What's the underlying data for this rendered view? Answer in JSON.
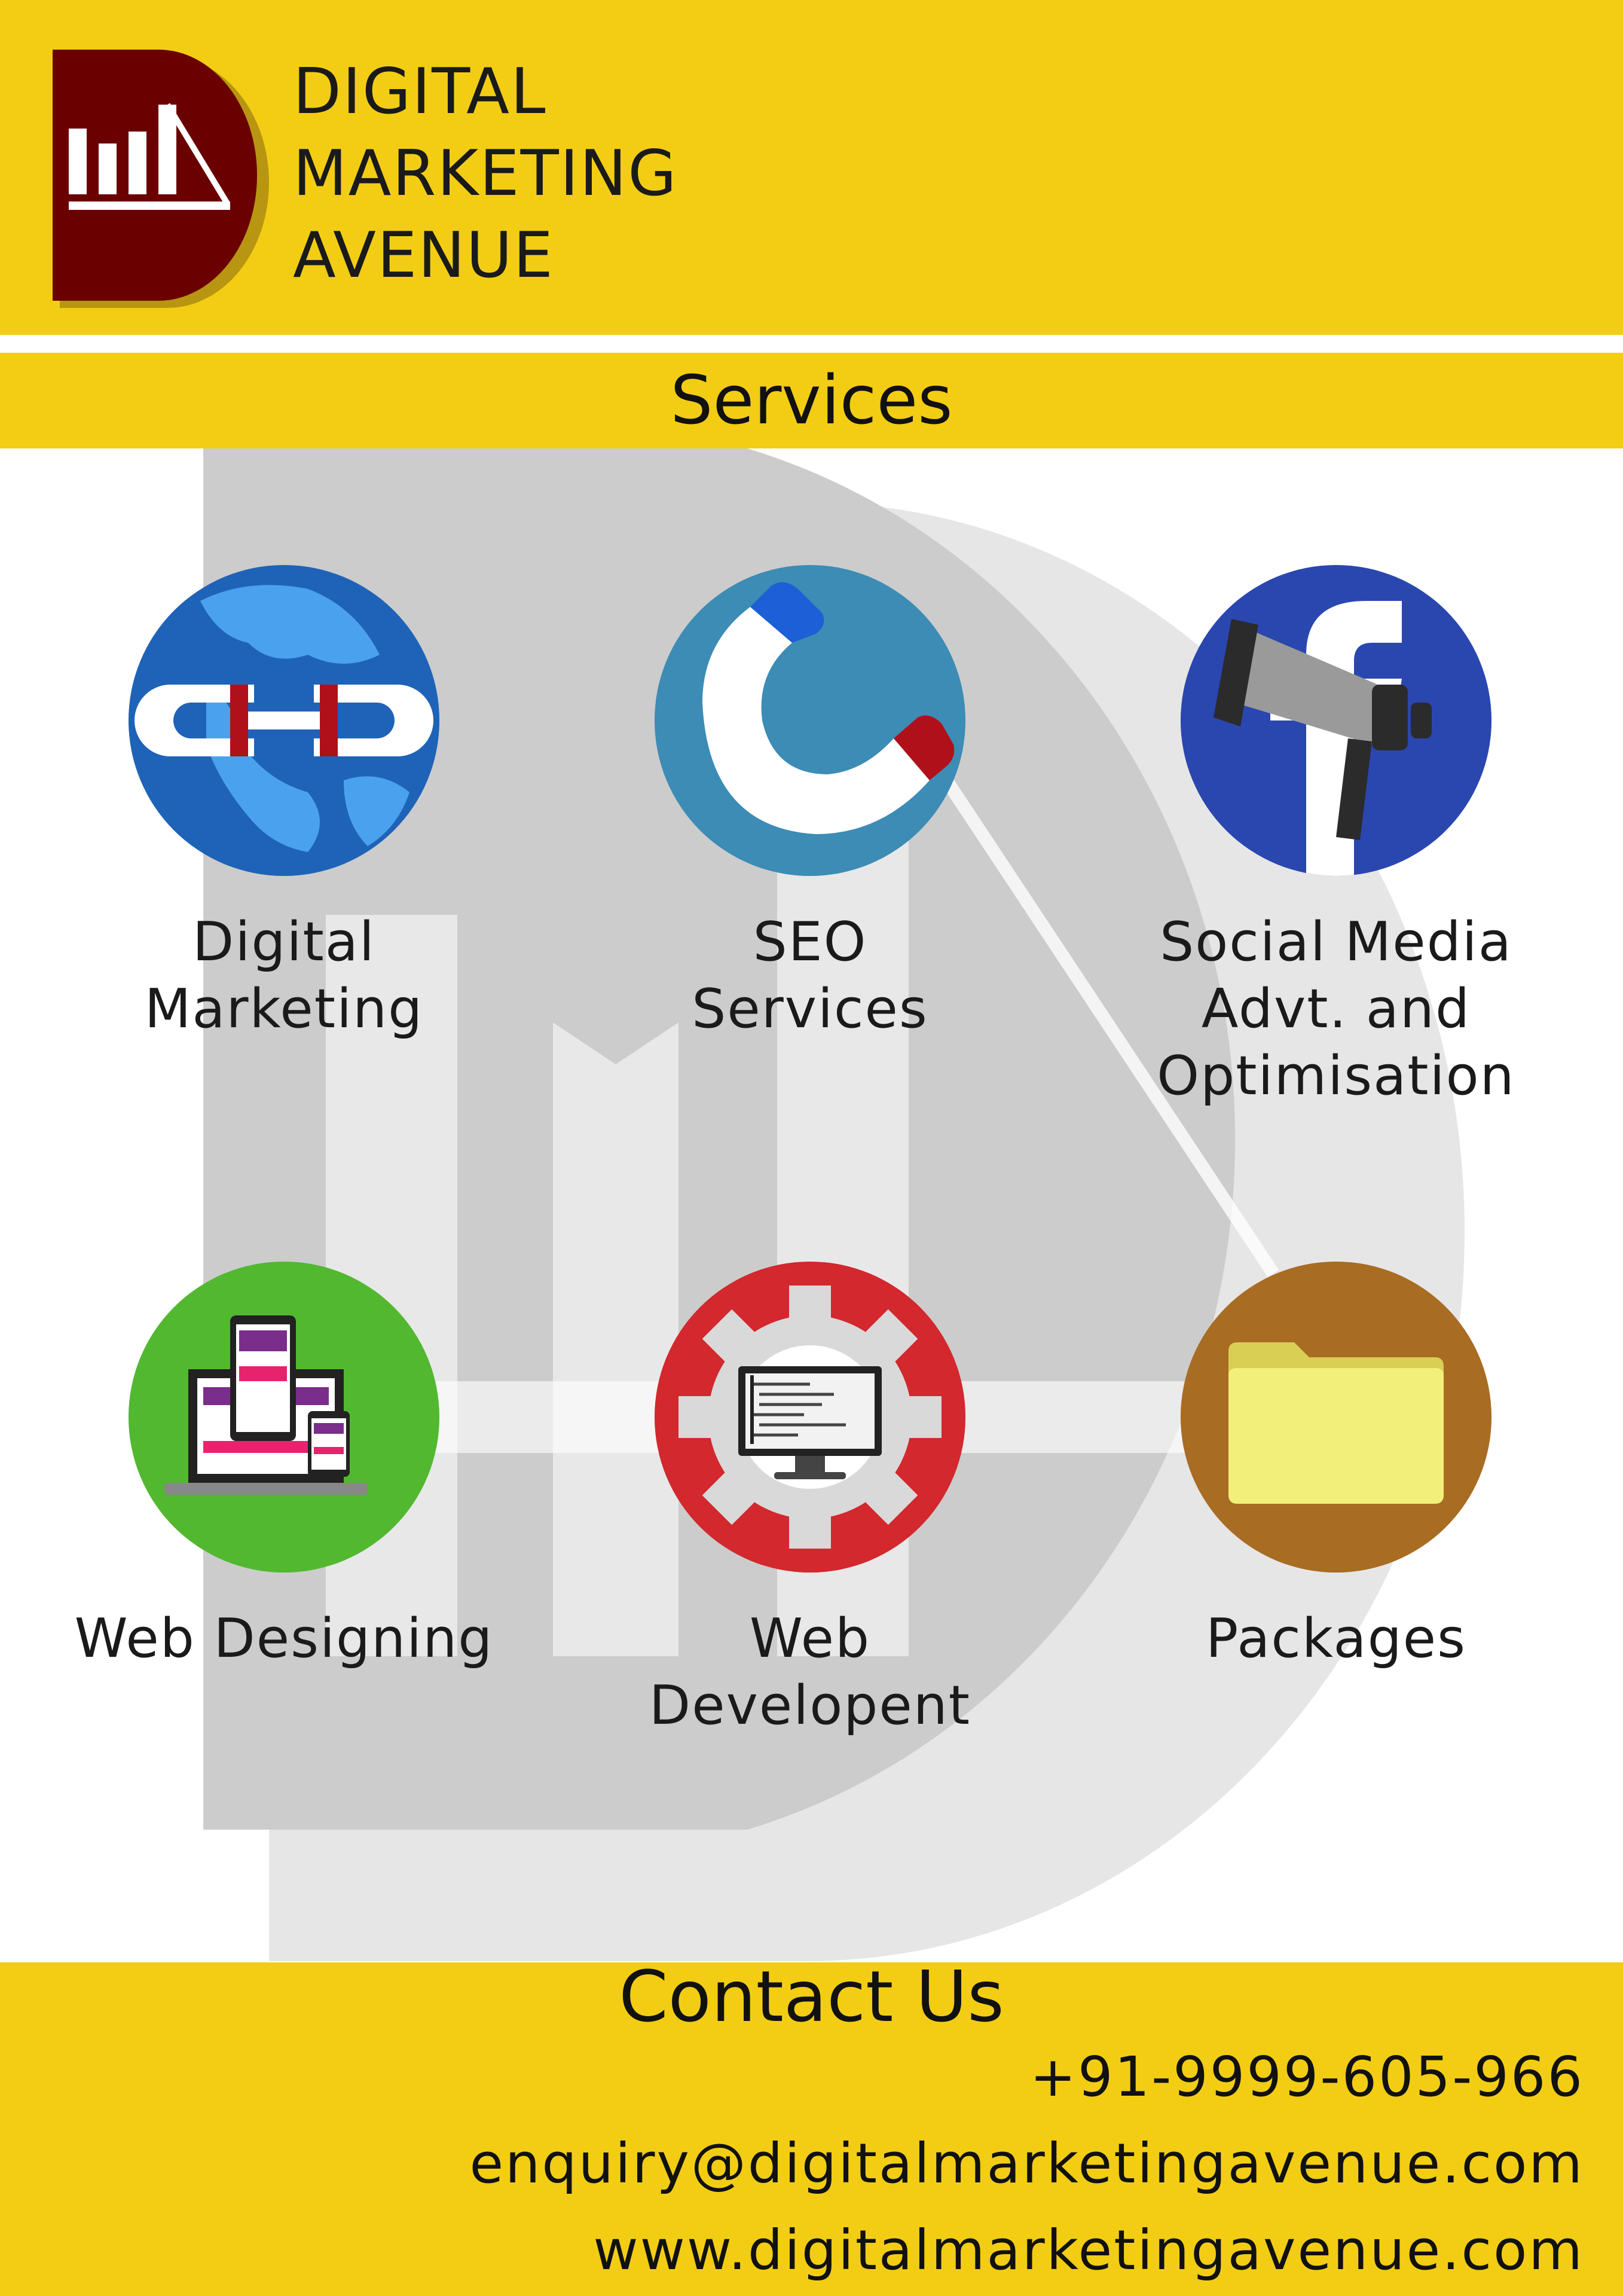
{
  "brand": {
    "lines": [
      "DIGITAL",
      "MARKETING",
      "AVENUE"
    ],
    "logo_color": "#6b0000",
    "accent_color": "#f2cd14"
  },
  "services_heading": "Services",
  "services": [
    {
      "label_lines": [
        "Digital",
        "Marketing"
      ],
      "icon": "globe-link-icon",
      "color": "#1f63b8"
    },
    {
      "label_lines": [
        "SEO",
        "Services"
      ],
      "icon": "magnet-icon",
      "color": "#3c8cb5"
    },
    {
      "label_lines": [
        "Social Media",
        "Advt. and",
        "Optimisation"
      ],
      "icon": "megaphone-facebook-icon",
      "color": "#2a47b0"
    },
    {
      "label_lines": [
        "Web Designing"
      ],
      "icon": "responsive-devices-icon",
      "color": "#52b830"
    },
    {
      "label_lines": [
        "Web",
        "Developent"
      ],
      "icon": "gear-monitor-icon",
      "color": "#d2282e"
    },
    {
      "label_lines": [
        "Packages"
      ],
      "icon": "folder-icon",
      "color": "#a86c22"
    }
  ],
  "contact": {
    "title": "Contact Us",
    "phone": "+91-9999-605-966",
    "email": "enquiry@digitalmarketingavenue.com",
    "website": "www.digitalmarketingavenue.com"
  }
}
